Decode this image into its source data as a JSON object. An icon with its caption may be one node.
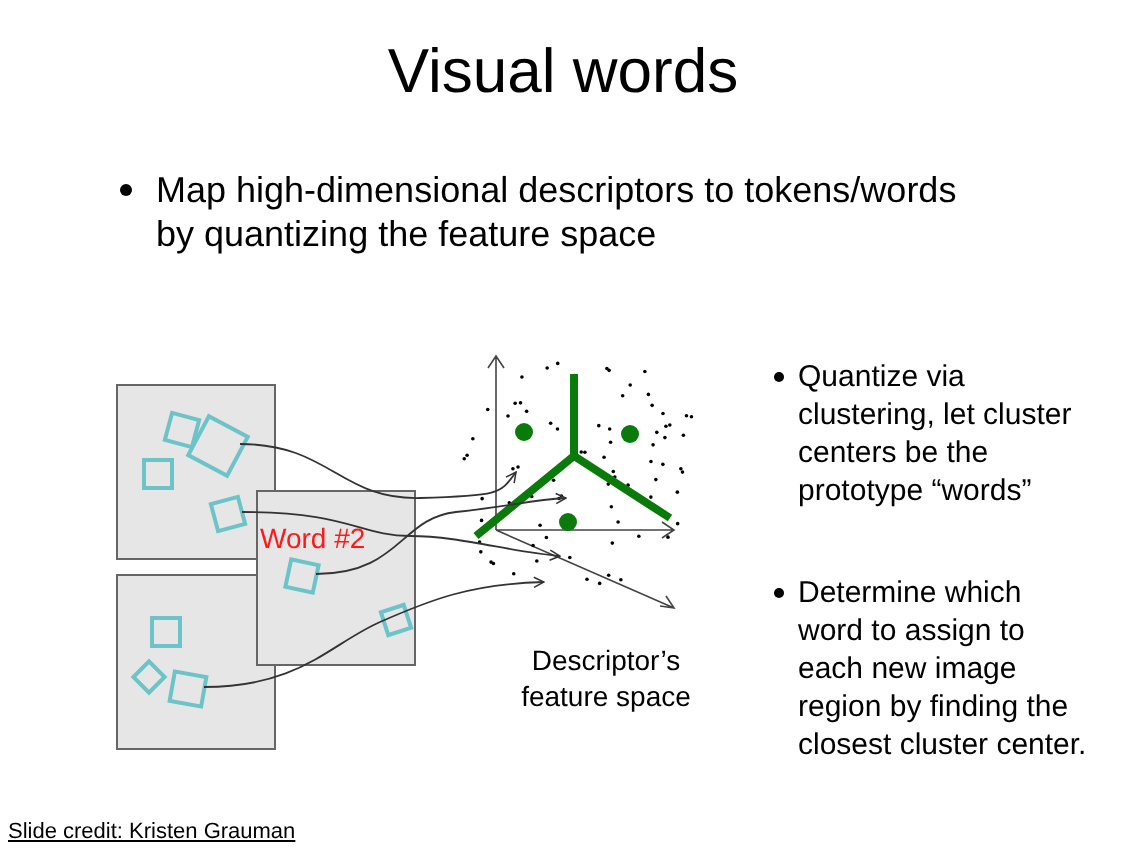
{
  "diagram": {
    "title": "Visual words",
    "nodes": [
      {
        "text": [],
        "shape": "box"
      },
      {
        "text": [
          "Word #2"
        ]
      },
      {
        "text": [],
        "shape": "box"
      },
      {
        "text": [],
        "shape": "box",
        "in": 0
      },
      {
        "text": [],
        "shape": "box",
        "in": 0
      },
      {
        "text": [],
        "shape": "box",
        "in": 1
      },
      {
        "text": [],
        "shape": "box",
        "in": 2
      },
      {
        "text": [],
        "shape": "box",
        "in": 0
      },
      {
        "text": [],
        "shape": "box",
        "in": 0
      },
      {
        "text": [],
        "shape": "box",
        "in": 1
      },
      {
        "text": [],
        "shape": "box",
        "in": 2
      },
      {
        "text": [],
        "shape": "box",
        "in": 2
      }
    ],
    "edges": [
      {
        "from": 3,
        "to": null,
        "arrow": "to"
      },
      {
        "from": 4,
        "to": null,
        "arrow": "to"
      },
      {
        "from": 5,
        "to": null,
        "arrow": "to"
      },
      {
        "from": 6,
        "to": null,
        "arrow": "to"
      }
    ],
    "labels": [
      "Map high-dimensional descriptors to tokens/words by quantizing the feature space",
      "Quantize via clustering, let cluster centers be the prototype “words”",
      "Determine which word to assign to each new image region by finding the closest cluster center.",
      "Descriptor’s feature space",
      "Slide credit: Kristen Grauman"
    ]
  }
}
